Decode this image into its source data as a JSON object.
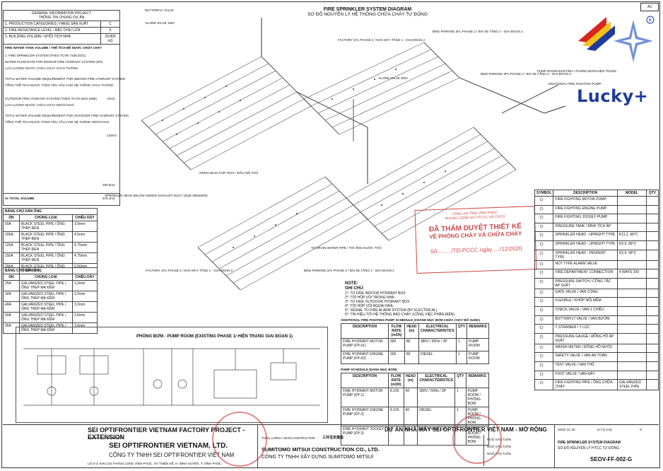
{
  "sheet_code": "A3",
  "diagram_title": "FIRE SPRINKLER SYSTEM DIAGRAM",
  "diagram_title_vn": "SƠ ĐỒ NGUYÊN LÝ HỆ THỐNG CHỮA CHÁY TỰ ĐỘNG",
  "general_info": {
    "heading": "GENERAL INFORMATION PROJECT",
    "heading_vn": "THÔNG TIN CHUNG DỰ ÁN",
    "rows": [
      {
        "label": "1. PRODUCTION CATEGORIES / HẠNG SẢN XUẤT",
        "value": "C"
      },
      {
        "label": "2. FIRE RESISTANCE LEVEL / BẬC CHỊU LỬA",
        "value": "II"
      },
      {
        "label": "3. BUILDING VOLUME / KHỐI TÍCH NHÀ",
        "value": "29.800 m3"
      }
    ]
  },
  "calc_block": {
    "heading": "FIRE WATER TANK VOLUME / THỂ TÍCH BỂ NƯỚC CHỮA CHÁY",
    "lines": [
      "1. FIRE SPRINKLER SYSTEM (THEO TCVN 7336:2021)",
      "WATER FLOW RATE FOR INDOOR FIRE HYDRANT SYSTEM (2l/s)",
      "LƯU LƯỢNG NƯỚC CHỮA CHÁY VÁCH TƯỜNG",
      "TOTAL WATER VOLUME REQUIREMENT FOR INDOOR FIRE HYDRANT SYSTEM",
      "TỔNG THỂ TÍCH NƯỚC THEO YÊU CẦU CHO HỆ THỐNG VÁCH TƯỜNG",
      "OUTDOOR FIRE HYDRANT SYSTEM (THEO TCVN 2622:1995)",
      "LƯU LƯỢNG NƯỚC CHỮA CHÁY NGOÀI NHÀ",
      "TOTAL WATER VOLUME REQUIREMENT FOR OUTDOOR FIRE HYDRANT SYSTEM",
      "TỔNG THỂ TÍCH NƯỚC THEO YÊU CẦU CHO HỆ THỐNG NGOÀI NHÀ"
    ],
    "values": [
      "72m3",
      "120m3",
      "260.6m3"
    ],
    "total_label": "IV. TOTAL VOLUME",
    "total_value": "576.4m3"
  },
  "pipe_table_1": {
    "heading": "BẢNG CHÚ DẪN ỐNG",
    "columns": [
      "DN",
      "CHỦNG LOẠI",
      "CHIỀU DÀY"
    ],
    "rows": [
      [
        "50A",
        "BLACK STEEL PIPE / ỐNG THÉP ĐEN",
        "3.9mm"
      ],
      [
        "100A",
        "BLACK STEEL PIPE / ỐNG THÉP ĐEN",
        "4.5mm"
      ],
      [
        "125A",
        "BLACK STEEL PIPE / ỐNG THÉP ĐEN",
        "4.75mm"
      ],
      [
        "150A",
        "BLACK STEEL PIPE / ỐNG THÉP ĐEN",
        "4.75mm"
      ],
      [
        "200A",
        "BLACK STEEL PIPE / ỐNG THÉP ĐEN",
        "5.56mm"
      ]
    ]
  },
  "pipe_table_2": {
    "heading": "BẢNG CHÚ DẪN ỐNG",
    "columns": [
      "DN",
      "CHỦNG LOẠI",
      "CHIỀU DÀY"
    ],
    "rows": [
      [
        "25A",
        "GALVANIZED STEEL PIPE / ỐNG THÉP MẠ KẼM",
        "3.2mm"
      ],
      [
        "32A",
        "GALVANIZED STEEL PIPE / ỐNG THÉP MẠ KẼM",
        "3.2mm"
      ],
      [
        "40A",
        "GALVANIZED STEEL PIPE / ỐNG THÉP MẠ KẼM",
        "3.2mm"
      ],
      [
        "50A",
        "GALVANIZED STEEL PIPE / ỐNG THÉP MẠ KẼM",
        "3.6mm"
      ],
      [
        "65A",
        "GALVANIZED STEEL PIPE / ỐNG THÉP MẠ KẼM",
        "3.6mm"
      ]
    ]
  },
  "pump_room_title": "PHÒNG BƠM - PUMP ROOM (EXISTING PHASE 1/ HIỆN TRẠNG GIAI ĐOẠN 1)",
  "callouts": [
    "BUTTERFLY VALVE",
    "ALARM VALVE 150A",
    "FACTORY 1FL-PHASE 2 / NHÀ MÁY TẦNG 1 - GIAI ĐOẠN 2",
    "BIKE PARKING 2FL-PHASE 2 / BÃI XE TẦNG 2 - GIAI ĐOẠN 2",
    "BIKE PARKING 3FL-PHASE 2 / BÃI XE TẦNG 3 - GIAI ĐOẠN 2",
    "PUMP ROOM-EXISTING / PHÒNG BƠM-HIỆN TRẠNG",
    "ADDITIONAL FIRE FIGHTING PUMP",
    "ALARM VALVE 200A",
    "SPRINKLER HEAD BELOW SMOKE EXHAUST DUCT (SIZE 800x5000)",
    "OPEN HEAD FOR TEST / ĐẦU NỐI THỬ",
    "FACTORY 1FL-PHASE 2 / NHÀ MÁY TẦNG 1 - GIAI ĐOẠN 2",
    "BIKE PARKING 1FL-PHASE 2 / BÃI XE TẦNG 1 - GIAI ĐOẠN 2",
    "TO DRAIN WATER PIPE / TỚI ỐNG NƯỚC THẢI"
  ],
  "notes": {
    "heading": "NOTE:",
    "heading_vn": "GHI CHÚ:",
    "items": [
      "1*: TO FIRE INDOOR HYDRANT BOX",
      "2*: TỚI HỘP VÒI TRONG NHÀ",
      "3*: TO FIRE OUTDOOR HYDRANT BOX",
      "4*: TỚI HỘP VÒI NGOÀI NHÀ",
      "5*: SIGNAL TO FIRE ALARM SYSTEM (BY ELECTRICAL)",
      "6*: TÍN HIỆU TỚI HỆ THỐNG BÁO CHÁY (CÔNG VIỆC PHẦN ĐIỆN)"
    ]
  },
  "stamp": {
    "line1": "CÔNG AN TỈNH VĨNH PHÚC",
    "line2": "PHÒNG CẢNH SÁT PCCC VÀ CNCH",
    "line3": "ĐÃ THẨM DUYỆT THIẾT KẾ",
    "line4": "VỀ PHÒNG CHÁY VÀ CHỮA CHÁY",
    "line5": "Số:......../TD-PCCC ngày ..../12/2020"
  },
  "legend": {
    "columns": [
      "SYMBOL",
      "DESCRIPTION",
      "MODEL",
      "QTY"
    ],
    "rows": [
      [
        "FIRE FIGHTING MOTOR PUMP",
        ""
      ],
      [
        "FIRE FIGHTING ENGINE PUMP",
        ""
      ],
      [
        "FIRE FIGHTING JOCKEY PUMP",
        ""
      ],
      [
        "PRESSURE TANK / BÌNH TÍCH ÁP",
        ""
      ],
      [
        "SPRINKLER HEAD - UPRIGHT TYPE",
        "K11.2, 68°C"
      ],
      [
        "SPRINKLER HEAD - UPRIGHT TYPE",
        "K5.6, 68°C"
      ],
      [
        "SPRINKLER HEAD - PENDENT TYPE",
        "K5.6, 68°C"
      ],
      [
        "NOT TYPE ALARM VALVE",
        ""
      ],
      [
        "FIRE DEPARTMENT CONNECTION",
        "4 WAYS 200"
      ],
      [
        "PRESSURE SWITCH / CÔNG TẮC ÁP SUẤT",
        ""
      ],
      [
        "GATE VALVE / VAN CỔNG",
        ""
      ],
      [
        "FLEXIBLE / KHỚP NỐI MỀM",
        ""
      ],
      [
        "CHECK VALVE / VAN 1 CHIỀU",
        ""
      ],
      [
        "BUTTERFLY VALVE / VAN BƯỚM",
        ""
      ],
      [
        "Y STRAINER / Y LỌC",
        ""
      ],
      [
        "PRESSURE GAUGE / ĐỒNG HỒ ÁP SUẤT",
        ""
      ],
      [
        "WATER METER / ĐỒNG HỒ NƯỚC",
        ""
      ],
      [
        "SAFETY VALVE / VAN AN TOÀN",
        ""
      ],
      [
        "TEST VALVE / VAN THỬ",
        ""
      ],
      [
        "FOOT VALVE / VAN ĐÁY",
        ""
      ],
      [
        "FIRE FIGHTING PIPE / ỐNG CHỮA CHÁY",
        "GALVANIZED STEEL PIPE"
      ]
    ]
  },
  "pump_sched_1": {
    "heading": "ADDITIONAL FIRE FIGHTING PUMP SCHEDULE (CHANH MỤC BƠM CHỮA CHÁY BỔ SUNG)",
    "columns": [
      "DESCRIPTION",
      "FLOW RATE (m3/h)",
      "HEAD (m)",
      "ELECTRICAL CHARACTERISTICS",
      "QTY",
      "REMARKS"
    ],
    "rows": [
      [
        "FIRE HYDRANT MOTOR PUMP (FP-01)",
        "300",
        "80",
        "380V / 50Hz / 3P",
        "1",
        "PUMP ROOM"
      ],
      [
        "FIRE HYDRANT ENGINE PUMP (FP-02)",
        "300",
        "80",
        "DIESEL",
        "1",
        "PUMP ROOM"
      ]
    ]
  },
  "pump_sched_2": {
    "heading": "PUMP SCHEDULE (DANH MỤC BƠM)",
    "columns": [
      "DESCRIPTION",
      "FLOW RATE (m3/h)",
      "HEAD (m)",
      "ELECTRICAL CHARACTERISTICS",
      "QTY",
      "REMARKS"
    ],
    "rows": [
      [
        "FIRE HYDRANT MOTOR PUMP (FP-1)",
        "8.100",
        "60",
        "380V / 50Hz / 3P",
        "1",
        "PUMP ROOM / PHÒNG BƠM"
      ],
      [
        "FIRE HYDRANT ENGINE PUMP (FP-2)",
        "8.100",
        "60",
        "DIESEL",
        "1",
        "PUMP ROOM / PHÒNG BƠM"
      ],
      [
        "FIRE HYDRANT JOCKEY PUMP (FP-3)",
        "6",
        "60",
        "380V / 50Hz / 3P",
        "1",
        "PUMP ROOM / PHÒNG BƠM"
      ]
    ]
  },
  "title_block": {
    "project_en": "SEI OPTIFRONTIER VIETNAM FACTORY PROJECT - EXTENSION",
    "project_vn": "DỰ ÁN NHÀ MÁY SEI OPTIFRONTIER VIỆT NAM - MỞ RỘNG",
    "address": "LÔ D-3, KHU CN THĂNG LONG VĨNH PHÚC, XÃ THIỆN KẾ, H. BÌNH XUYÊN, T. VĨNH PHÚC",
    "owner_label": "CHỦ ĐẦU TƯ / OWNER",
    "owner_en": "SEI OPTIFRONTIER VIETNAM, LTD.",
    "owner_vn": "CÔNG TY TNHH SEI OPTIFRONTIER VIỆT NAM",
    "contractor_label": "THẦU CHÍNH / MAIN CONTRACTOR",
    "contractor_logo": "三井住友建設",
    "contractor_en": "SUMITOMO MITSUI CONSTRUCTION CO., LTD.",
    "contractor_vn": "CÔNG TY TNHH XÂY DỰNG SUMITOMO MITSUI",
    "drawing_title_en": "FIRE SPRINKLER SYSTEM DIAGRAM",
    "drawing_title_vn": "SƠ ĐỒ NGUYÊN LÝ HTCC TỰ ĐỘNG",
    "drawing_no": "SEOV-FF-002-G",
    "date": "2020/ 11/ 30",
    "scale": "N.T.S (A3)",
    "rev": "G",
    "signer": "NGÔ VĂN TUẤN"
  },
  "logo_text": "Lucky+",
  "colors": {
    "stamp_red": "#c62828",
    "logo_blue": "#1f3c9c",
    "logo_yellow": "#f2c21a",
    "logo_red": "#d7261e"
  }
}
